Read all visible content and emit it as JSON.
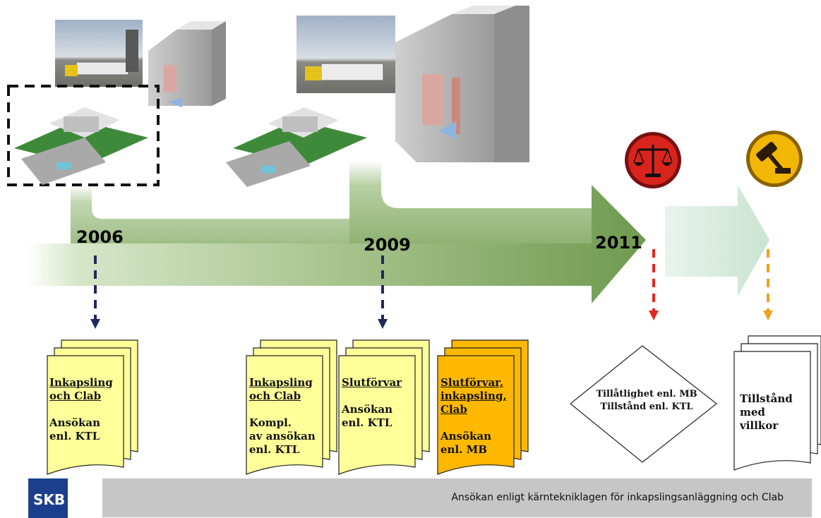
{
  "years": [
    "2006",
    "2009",
    "2011"
  ],
  "documents": [
    {
      "heading": "Inkapsling\noch Clab",
      "body": "Ansökan\nenl. KTL",
      "color": "#ffff99"
    },
    {
      "heading": "Inkapsling\noch Clab",
      "body": "Kompl.\nav ansökan\nenl. KTL",
      "color": "#ffff99"
    },
    {
      "heading": "Slutförvar",
      "body": "Ansökan\nenl. KTL",
      "color": "#ffff99"
    },
    {
      "heading": "Slutförvar,\ninkapsling,\nClab",
      "body": "Ansökan\nenl. MB",
      "color": "#ffb800"
    },
    {
      "heading": "",
      "body": "Tillstånd\nmed\nvillkor",
      "color": "#ffffff"
    }
  ],
  "decision": "Tillåtlighet enl. MB\nTillstånd enl. KTL",
  "footer": "Ansökan enligt kärntekniklagen för inkapslingsanläggning och Clab",
  "logo": "SKB",
  "colors": {
    "arrow_dark": "#7ba05b",
    "arrow_light": "#d7ecdf",
    "connector_blue": "#1f2a5c",
    "connector_red": "#e0281f",
    "connector_orange": "#f0a020",
    "seal_red": "#d9241c",
    "seal_gold": "#f2b705"
  },
  "icons": [
    "scales-of-justice-icon",
    "gavel-icon"
  ]
}
